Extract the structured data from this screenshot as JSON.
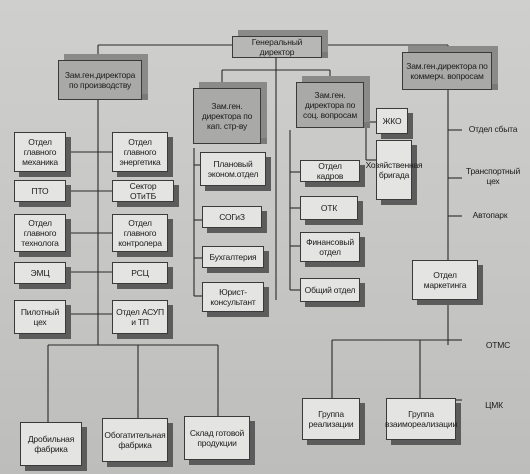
{
  "general_director": "Генеральный директор",
  "deputies": {
    "production": "Зам.ген.директора по производству",
    "capital": "Зам.ген. директора по кап. стр-ву",
    "social": "Зам.ген. директора по соц. вопросам",
    "commercial": "Зам.ген.директора по коммерч. вопросам"
  },
  "production_units": {
    "chief_mechanic": "Отдел главного механика",
    "chief_energy": "Отдел главного энергетика",
    "pto": "ПТО",
    "ogi_tb": "Сектор ОТиТБ",
    "chief_technologist": "Отдел главного технолога",
    "chief_controller": "Отдел главного контролера",
    "emc": "ЭМЦ",
    "rsc": "РСЦ",
    "trial_shop": "Пилотный цех",
    "asup": "Отдел АСУП и ТП"
  },
  "center_units": {
    "planning": "Плановый эконом.отдел",
    "sogiz": "СОГиЗ",
    "accounting": "Бухгалтерия",
    "lawyer": "Юрист-консультант",
    "hr": "Отдел кадров",
    "otk": "ОТК",
    "finance": "Финансовый отдел",
    "general": "Общий отдел"
  },
  "social_units": {
    "zhko": "ЖКО",
    "household": "Хозяйственная бригада"
  },
  "commercial_units": {
    "supply": "Отдел сбыта",
    "transport": "Транспортный цех",
    "autopark": "Автопарк",
    "marketing": "Отдел маркетинга",
    "sales_group": "Группа реализации",
    "mutual_group": "Группа взаимореализации"
  },
  "plants": {
    "mining": "Дробильная фабрика",
    "processing": "Обогатительная фабрика",
    "warehouse": "Склад готовой продукции"
  },
  "side_labels": {
    "otms": "ОТМС",
    "ucm": "ЦМК"
  }
}
